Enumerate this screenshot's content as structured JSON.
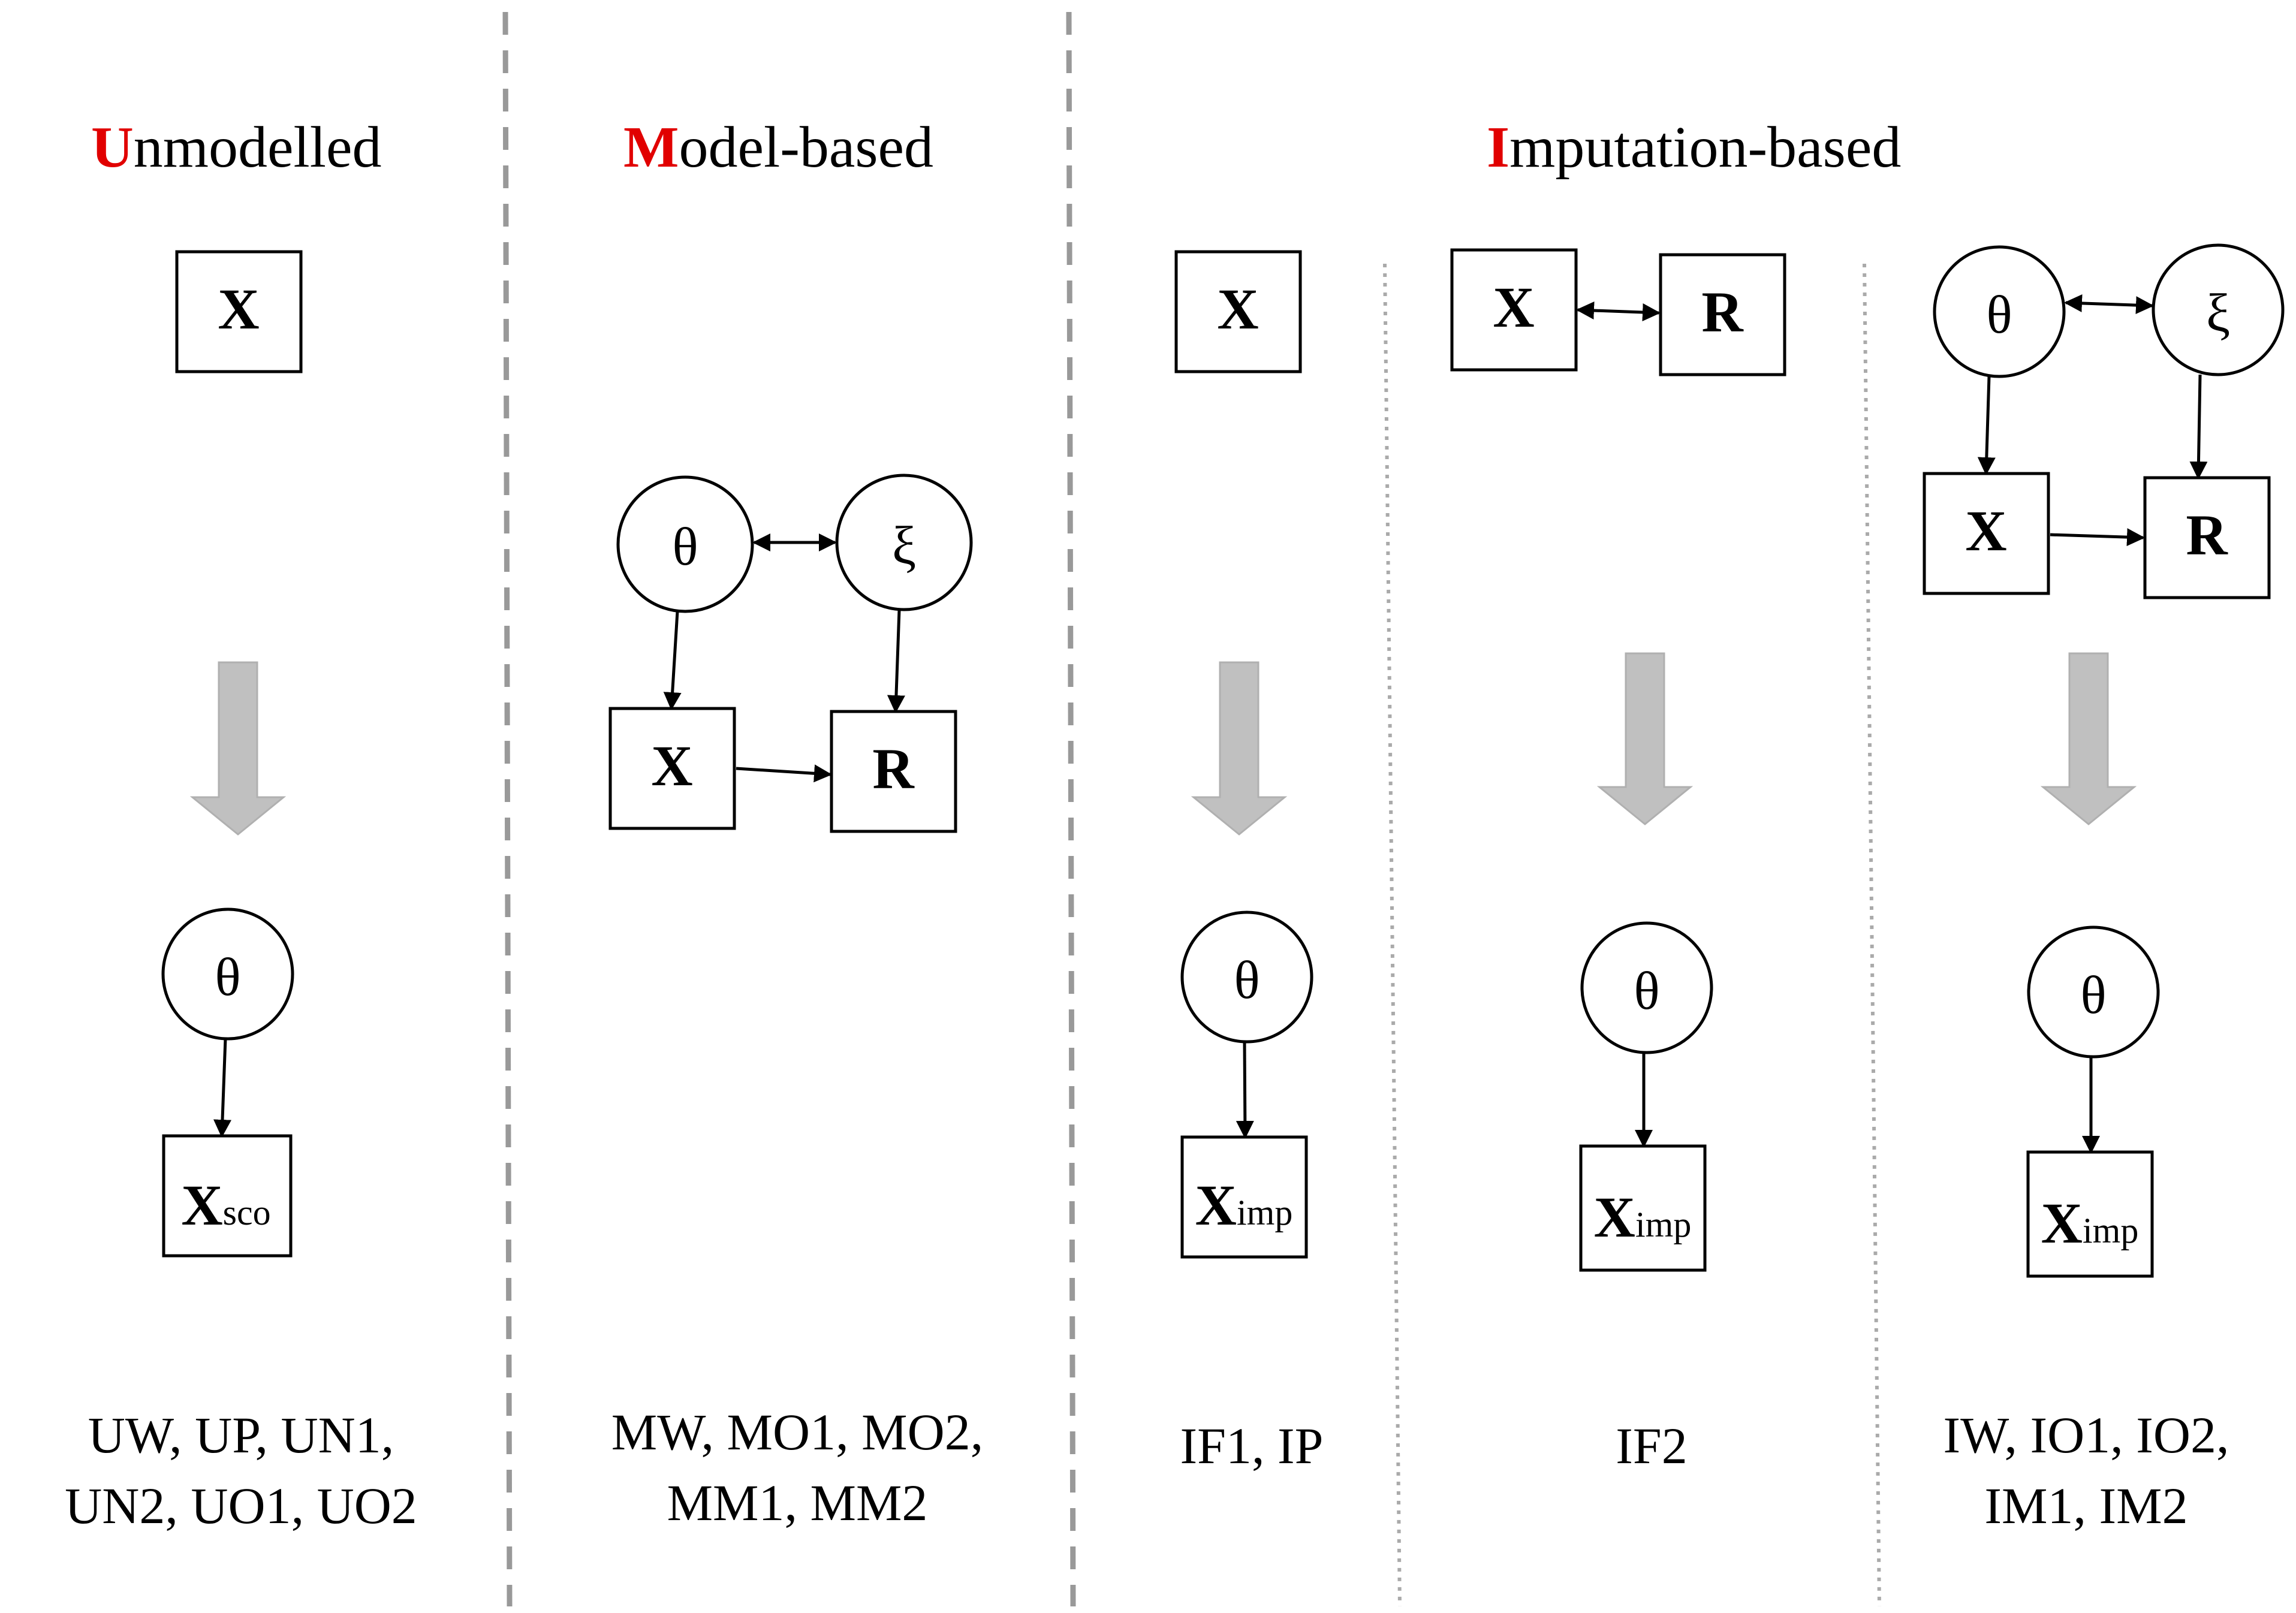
{
  "sections": {
    "unmodelled": {
      "title_initial": "U",
      "title_rest": "nmodelled",
      "methods_line1": "UW, UP, UN1,",
      "methods_line2": "UN2, UO1, UO2"
    },
    "model_based": {
      "title_initial": "M",
      "title_rest": "odel-based",
      "methods_line1": "MW, MO1, MO2,",
      "methods_line2": "MM1, MM2"
    },
    "imputation_based": {
      "title_initial": "I",
      "title_rest": "mputation-based",
      "sub1": {
        "methods": "IF1, IP"
      },
      "sub2": {
        "methods": "IF2"
      },
      "sub3": {
        "methods_line1": "IW, IO1, IO2,",
        "methods_line2": "IM1, IM2"
      }
    }
  },
  "nodes": {
    "x": "X",
    "r": "R",
    "theta": "θ",
    "xi": "ξ",
    "x_base": "X",
    "sco_sub": "sco",
    "imp_sub": "imp"
  },
  "colors": {
    "title_accent": "#e10000",
    "divider": "#999999",
    "big_arrow": "#c0c0c0",
    "stroke": "#000000"
  }
}
